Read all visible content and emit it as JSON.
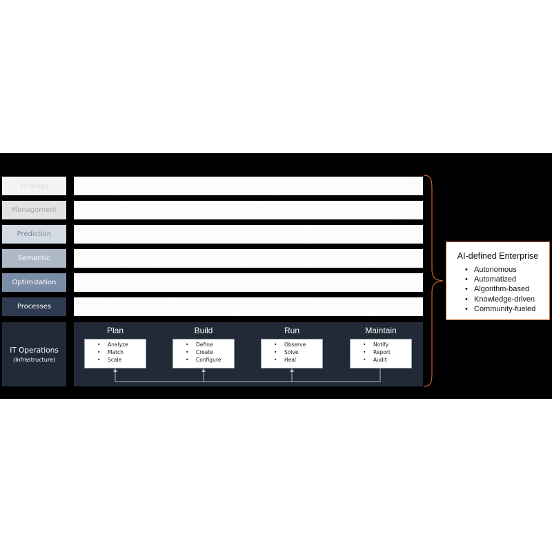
{
  "layers": [
    {
      "label": "Strategy",
      "bg": "#f4f4f4",
      "color": "#d9d9d9"
    },
    {
      "label": "Management",
      "bg": "#e3e3e3",
      "color": "#a6a6a6"
    },
    {
      "label": "Prediction",
      "bg": "#d3dae3",
      "color": "#7f8a9a"
    },
    {
      "label": "Semantic",
      "bg": "#aeb9c8",
      "color": "#ffffff"
    },
    {
      "label": "Optimization",
      "bg": "#7b8ca6",
      "color": "#ffffff"
    },
    {
      "label": "Processes",
      "bg": "#2e3a4f",
      "color": "#ffffff"
    }
  ],
  "it_operations": {
    "title": "IT Operations",
    "subtitle": "(Infrastructure)",
    "phases": [
      {
        "title": "Plan",
        "items": [
          "Analyze",
          "Match",
          "Scale"
        ]
      },
      {
        "title": "Build",
        "items": [
          "Define",
          "Create",
          "Configure"
        ]
      },
      {
        "title": "Run",
        "items": [
          "Observe",
          "Solve",
          "Heal"
        ]
      },
      {
        "title": "Maintain",
        "items": [
          "Notify",
          "Report",
          "Audit"
        ]
      }
    ]
  },
  "enterprise": {
    "title": "AI-defined Enterprise",
    "items": [
      "Autonomous",
      "Automatized",
      "Algorithm-based",
      "Knowledge-driven",
      "Community-fueled"
    ],
    "accent": "#c8632b"
  }
}
